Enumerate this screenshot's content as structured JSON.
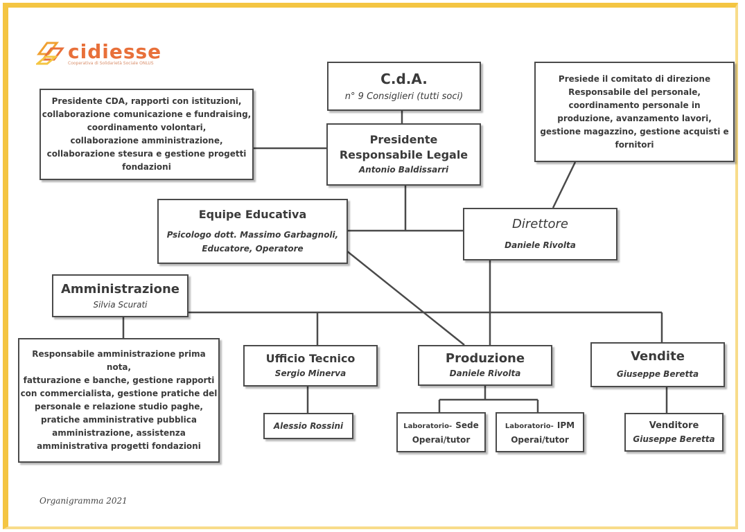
{
  "logo": {
    "name": "cidiesse",
    "subtitle": "Cooperativa di Solidarietà Sociale ONLUS"
  },
  "footer": "Organigramma 2021",
  "nodes": {
    "cda": {
      "title": "C.d.A.",
      "subtitle": "n° 9 Consiglieri (tutti soci)"
    },
    "presidente_desc": {
      "lines": [
        "Presidente CDA, rapporti con istituzioni,",
        "collaborazione comunicazione e fundraising,",
        "coordinamento volontari,",
        "collaborazione amministrazione,",
        "collaborazione stesura e gestione progetti",
        "fondazioni"
      ]
    },
    "presidente": {
      "title1": "Presidente",
      "title2": "Responsabile Legale",
      "name": "Antonio Baldissarri"
    },
    "direttore_desc": {
      "lines": [
        "Presiede il comitato di direzione",
        "Responsabile del personale,",
        "coordinamento personale in",
        "produzione, avanzamento lavori,",
        "gestione magazzino, gestione acquisti e",
        "fornitori"
      ]
    },
    "equipe": {
      "title": "Equipe Educativa",
      "line1": "Psicologo dott.  Massimo Garbagnoli,",
      "line2": "Educatore, Operatore"
    },
    "direttore": {
      "title": "Direttore",
      "name": "Daniele Rivolta"
    },
    "amministrazione": {
      "title": "Amministrazione",
      "name": "Silvia Scurati"
    },
    "amministrazione_desc": {
      "lines": [
        "Responsabile amministrazione prima nota,",
        "fatturazione e banche, gestione rapporti",
        "con commercialista, gestione pratiche del",
        "personale e relazione studio paghe,",
        "pratiche amministrative pubblica",
        "amministrazione, assistenza",
        "amministrativa  progetti fondazioni"
      ]
    },
    "ufficio_tecnico": {
      "title": "Ufficio Tecnico",
      "name": "Sergio Minerva"
    },
    "rossini": {
      "name": "Alessio Rossini"
    },
    "produzione": {
      "title": "Produzione",
      "name": "Daniele Rivolta"
    },
    "lab_sede": {
      "prefix": "Laboratorio-",
      "place": "Sede",
      "role": "Operai/tutor"
    },
    "lab_ipm": {
      "prefix": "Laboratorio-",
      "place": "IPM",
      "role": "Operai/tutor"
    },
    "vendite": {
      "title": "Vendite",
      "name": "Giuseppe Beretta"
    },
    "venditore": {
      "title": "Venditore",
      "name": "Giuseppe Beretta"
    }
  },
  "colors": {
    "frame": "#f4c542",
    "line": "#4a4a4a",
    "logo": "#e8703a"
  }
}
